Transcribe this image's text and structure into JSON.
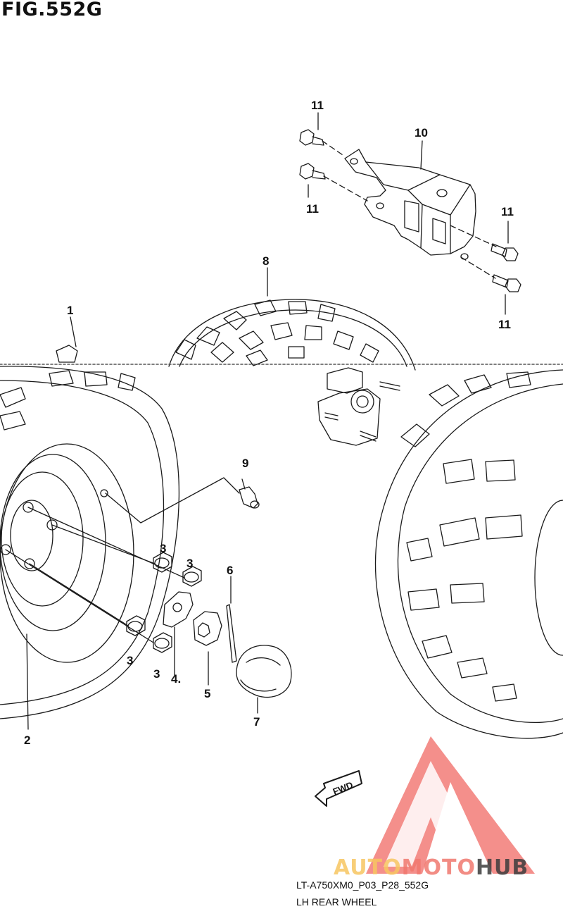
{
  "figure": {
    "title": "FIG.552G"
  },
  "diagram_code": "LT-A750XM0_P03_P28_552G",
  "caption": "LH REAR WHEEL",
  "fwd_label": "FWD",
  "watermark": {
    "part1": "AUTO",
    "part2": "MOTO",
    "part3": "HUB"
  },
  "part_refs": {
    "r1": "1",
    "r2": "2",
    "r3a": "3",
    "r3b": "3",
    "r3c": "3",
    "r3d": "3",
    "r4": "4.",
    "r5": "5",
    "r6": "6",
    "r7": "7",
    "r8": "8",
    "r9": "9",
    "r10": "10",
    "r11a": "11",
    "r11b": "11",
    "r11c": "11",
    "r11d": "11"
  },
  "colors": {
    "line": "#1a1a1a",
    "watermark_red": "#f06a64",
    "watermark_orange": "#f7c660",
    "watermark_dark": "#3c3c3c"
  }
}
